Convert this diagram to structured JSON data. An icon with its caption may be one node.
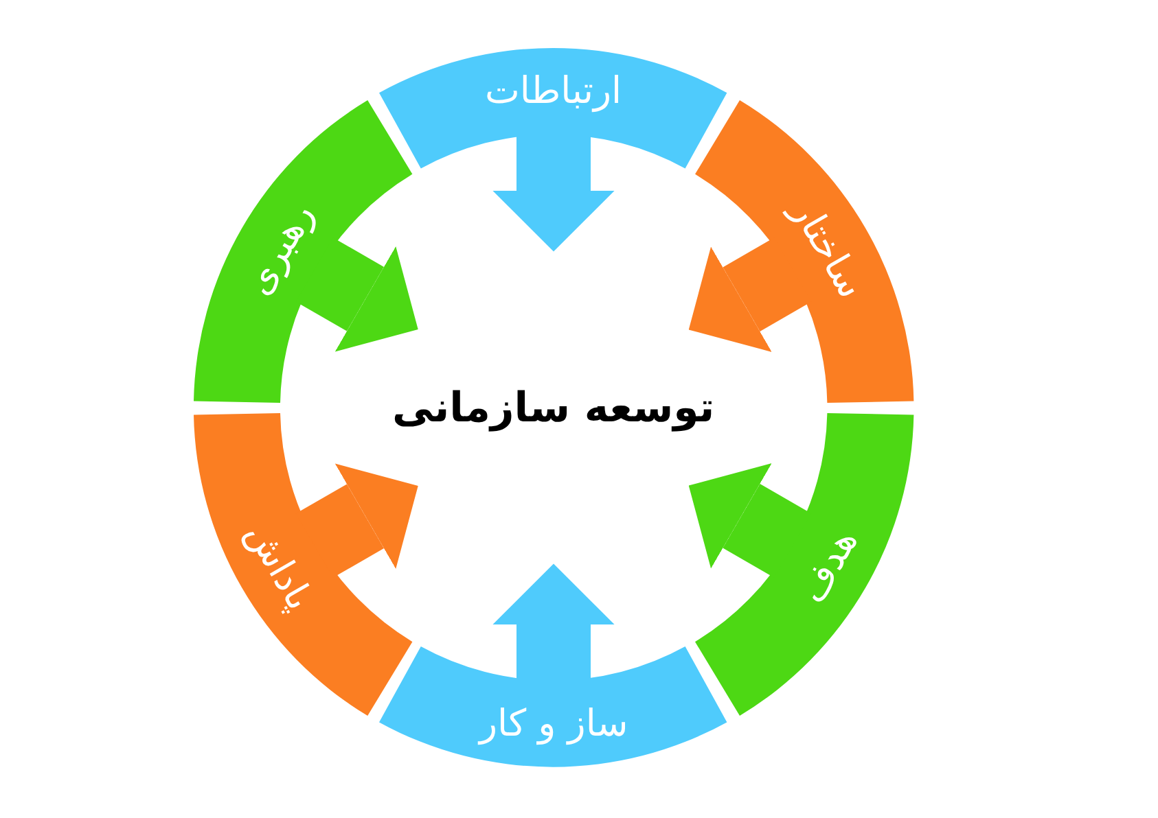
{
  "diagram": {
    "nodes": [
      {
        "text": [
          "ارتباطات"
        ]
      },
      {
        "text": [
          "ساختار"
        ]
      },
      {
        "text": [
          "هدف"
        ]
      },
      {
        "text": [
          "ساز و کار"
        ]
      },
      {
        "text": [
          "پاداش"
        ]
      },
      {
        "text": [
          "رهبری"
        ]
      },
      {
        "text": [
          "توسعه سازمانی"
        ]
      }
    ],
    "edges": [
      {
        "from": 0,
        "to": 6,
        "arrow": "to",
        "color": "#4fcbfc"
      },
      {
        "from": 1,
        "to": 6,
        "arrow": "to",
        "color": "#fb7e22"
      },
      {
        "from": 2,
        "to": 6,
        "arrow": "to",
        "color": "#4dd814"
      },
      {
        "from": 3,
        "to": 6,
        "arrow": "to",
        "color": "#4fcbfc"
      },
      {
        "from": 4,
        "to": 6,
        "arrow": "to",
        "color": "#fb7e22"
      },
      {
        "from": 5,
        "to": 6,
        "arrow": "to",
        "color": "#4dd814"
      }
    ]
  }
}
